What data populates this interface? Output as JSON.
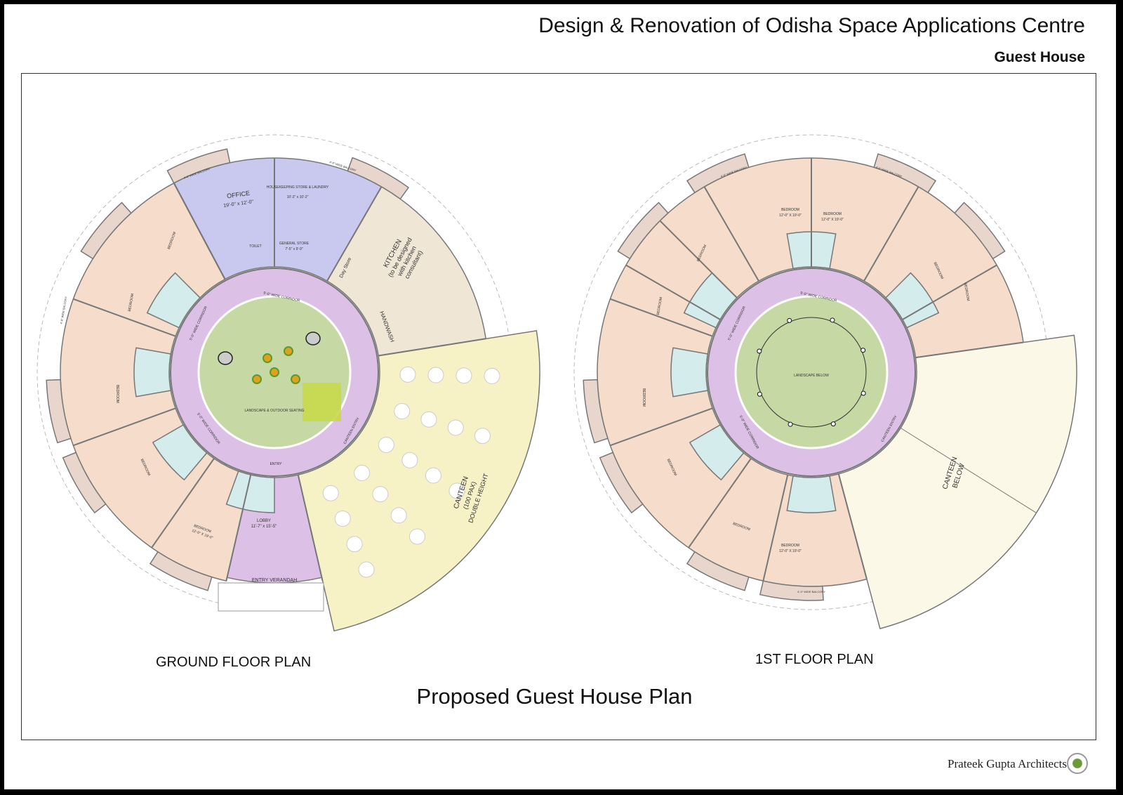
{
  "header": {
    "title": "Design & Renovation of Odisha Space Applications Centre",
    "subtitle": "Guest House"
  },
  "sheet_title": "Proposed Guest House Plan",
  "ground_floor": {
    "caption": "GROUND FLOOR PLAN",
    "rooms": {
      "office": "OFFICE",
      "office_size": "19'-0\" x 12'-0\"",
      "housekeeping": "HOUSEKEEPING STORE & LAUNDRY",
      "housekeeping_size": "10'-2\" x 10'-2\"",
      "general_store": "GENERAL STORE",
      "general_store_size": "7'-5\" x 9'-9\"",
      "toilet": "TOILET",
      "kitchen": "KITCHEN",
      "kitchen_note1": "(to be designed",
      "kitchen_note2": "with kitchen",
      "kitchen_note3": "consultant)",
      "day_store": "Day Store",
      "handwash": "HANDWASH",
      "corridor": "5'-0\" WIDE CORRIDOR",
      "landscape": "LANDSCAPE & OUTDOOR SEATING",
      "entry": "ENTRY",
      "canteen_entry": "CANTEEN ENTRY",
      "canteen": "CANTEEN",
      "canteen_pax": "(100 PAX)",
      "canteen_height": "DOUBLE HEIGHT",
      "lobby": "LOBBY",
      "lobby_size": "11'-7\" x 15'-5\"",
      "entry_verandah": "ENTRY VERANDAH",
      "bedroom": "BEDROOM",
      "bedroom_size": "12'-0\" X 19'-0\"",
      "balcony": "4'-0\" WIDE BALCONY"
    }
  },
  "first_floor": {
    "caption": "1ST FLOOR PLAN",
    "rooms": {
      "bedroom": "BEDROOM",
      "bedroom_size": "12'-0\" X 19'-0\"",
      "landscape_below": "LANDSCAPE BELOW",
      "canteen_below1": "CANTEEN",
      "canteen_below2": "BELOW",
      "corridor": "5'-0\" WIDE CORRIDOR",
      "canteen_entry": "CANTEEN ENTRY",
      "balcony": "4'-0\" WIDE BALCONY"
    }
  },
  "footer": {
    "firm": "Prateek Gupta Architects"
  },
  "colors": {
    "bedroom": "#f5dccb",
    "office": "#c9c9f0",
    "kitchen": "#efe6d6",
    "corridor": "#dcc0e6",
    "landscape": "#c6d9a4",
    "canteen": "#f7f1c6",
    "canteen_below": "#fbf8e8",
    "toilet": "#d4ecec",
    "balcony": "#e8d6cc",
    "wall": "#777777"
  }
}
